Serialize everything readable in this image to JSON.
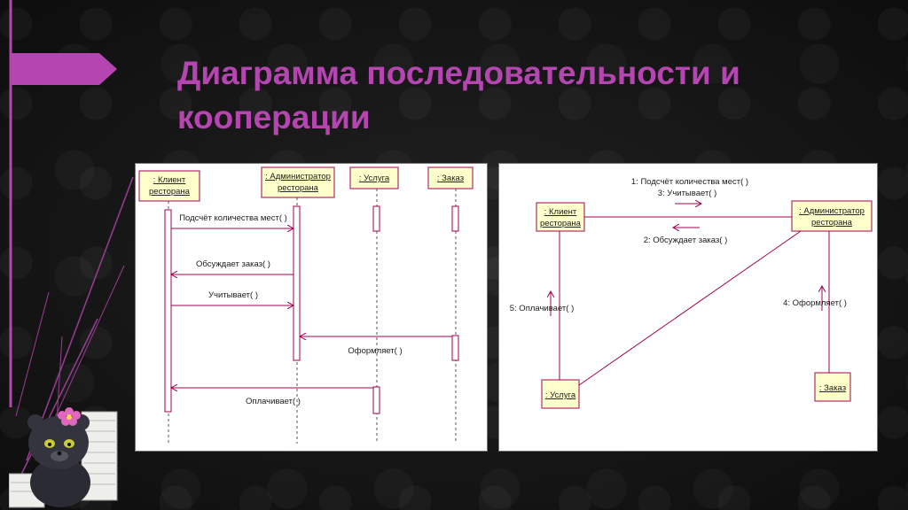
{
  "slide": {
    "title": "Диаграмма последовательности и кооперации",
    "accent_color": "#b545b0"
  },
  "sequence_diagram": {
    "objects": [
      {
        "line1": ": Клиент",
        "line2": "ресторана"
      },
      {
        "line1": ": Администратор",
        "line2": "ресторана"
      },
      {
        "line1": ": Услуга",
        "line2": ""
      },
      {
        "line1": ": Заказ",
        "line2": ""
      }
    ],
    "messages": [
      "Подсчёт количества мест( )",
      "Обсуждает заказ( )",
      "Учитывает( )",
      "Оформляет( )",
      "Оплачивает( )"
    ]
  },
  "collaboration_diagram": {
    "objects": [
      {
        "line1": ": Клиент",
        "line2": "ресторана"
      },
      {
        "line1": ": Администратор",
        "line2": "ресторана"
      },
      {
        "line1": ": Услуга",
        "line2": ""
      },
      {
        "line1": ": Заказ",
        "line2": ""
      }
    ],
    "messages": [
      "1: Подсчёт количества мест( )",
      "3: Учитывает( )",
      "2: Обсуждает заказ( )",
      "5: Оплачивает( )",
      "4: Оформляет( )"
    ]
  },
  "colors": {
    "box_fill": "#ffffcc",
    "uml_line": "#a3004f"
  }
}
